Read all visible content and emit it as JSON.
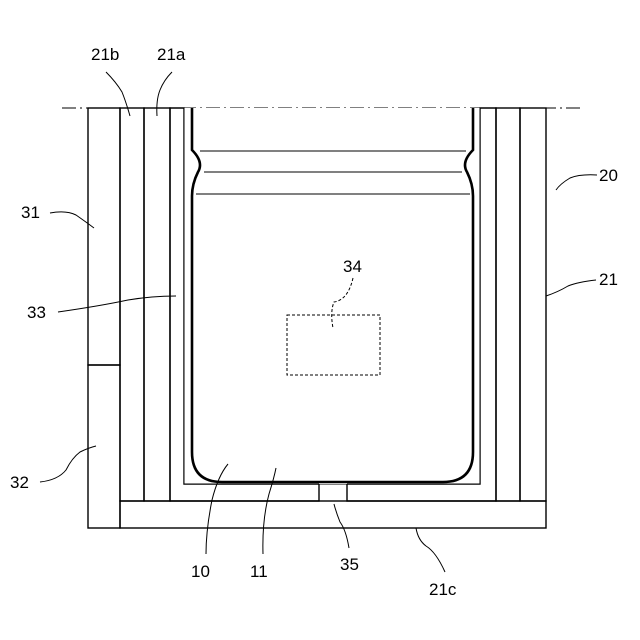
{
  "labels": {
    "l21b": "21b",
    "l21a": "21a",
    "l20": "20",
    "l31": "31",
    "l21": "21",
    "l34": "34",
    "l33": "33",
    "l32": "32",
    "l10": "10",
    "l11": "11",
    "l35": "35",
    "l21c": "21c"
  }
}
